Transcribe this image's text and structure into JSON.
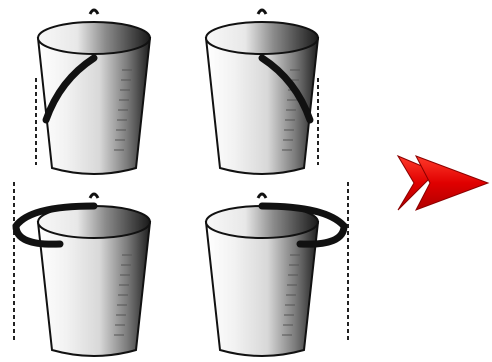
{
  "figure": {
    "panels": [
      {
        "id": "top-left",
        "handle": "down-left",
        "guide": "left"
      },
      {
        "id": "top-right",
        "handle": "down-right",
        "guide": "right"
      },
      {
        "id": "bottom-left",
        "handle": "around-rim-left",
        "guide": "left"
      },
      {
        "id": "bottom-right",
        "handle": "around-rim-right",
        "guide": "right"
      }
    ],
    "arrow": {
      "direction": "right",
      "icon": "double-chevron-arrow-icon"
    },
    "colors": {
      "bucket_dark": "#1a1a1a",
      "bucket_light": "#f4f4f4",
      "handle": "#111111",
      "guide_line": "#222222",
      "arrow": "#e00000",
      "background": "#ffffff"
    }
  }
}
